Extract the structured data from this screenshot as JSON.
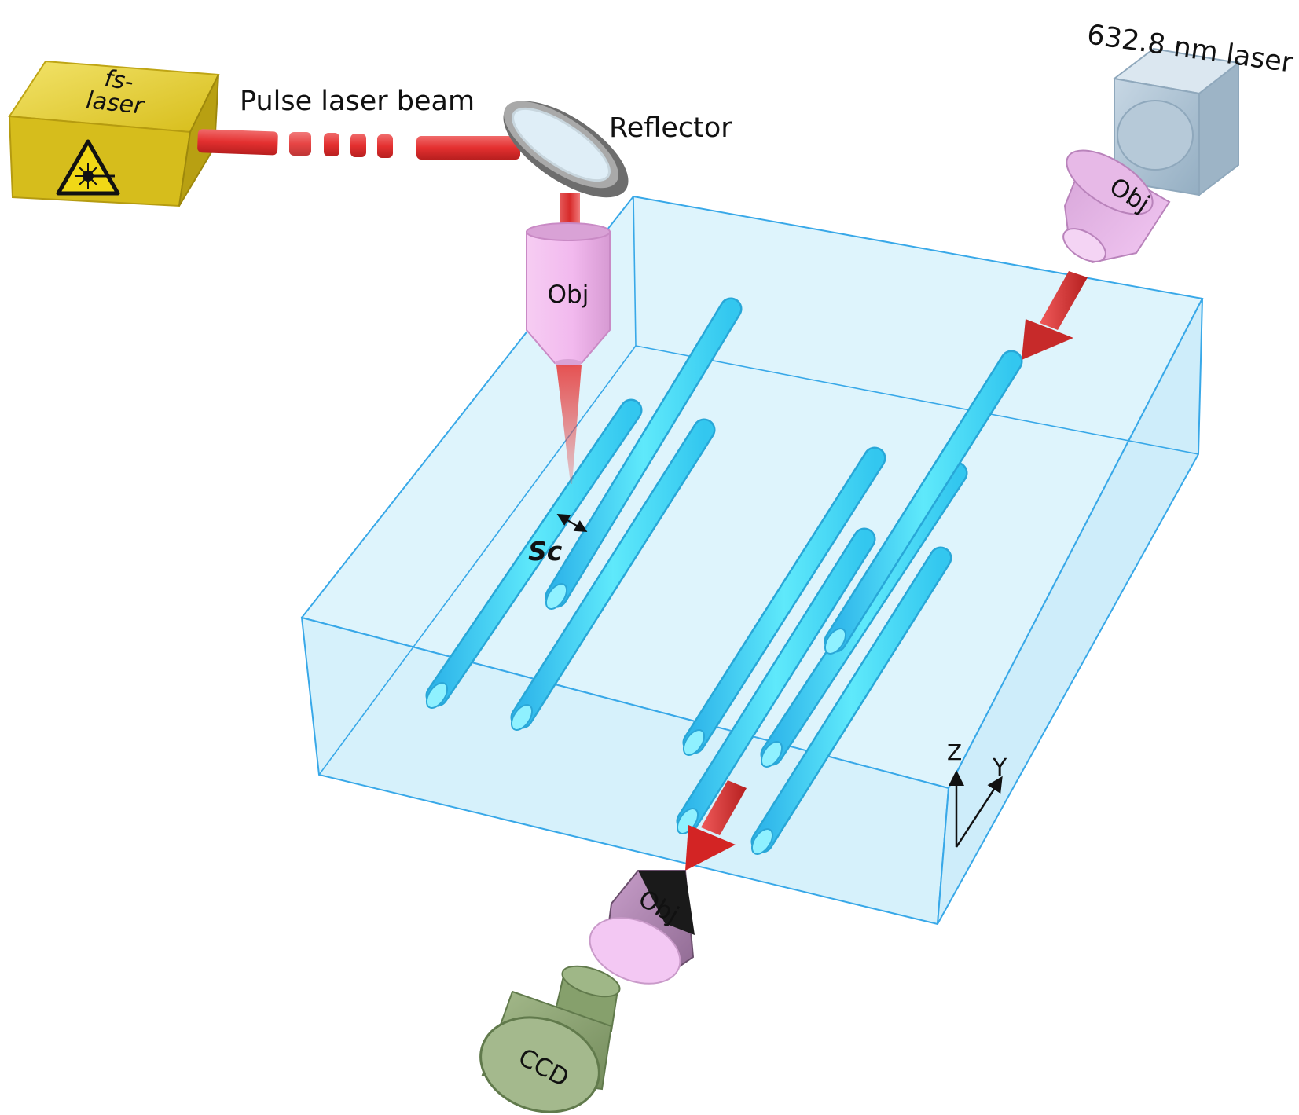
{
  "labels": {
    "fs_laser_line1": "fs-",
    "fs_laser_line2": "laser",
    "pulse_beam": "Pulse laser beam",
    "reflector": "Reflector",
    "he_ne_laser": "632.8 nm laser",
    "obj_writing": "Obj",
    "obj_probe": "Obj",
    "obj_imaging": "Obj",
    "spacing_symbol": "Sc",
    "ccd": "CCD",
    "axis_z": "Z",
    "axis_y": "Y"
  },
  "colors": {
    "fs_laser_body": "#d9c21c",
    "laser_beam": "#e0393a",
    "objective_pink": "#f0b8ec",
    "objective_dark": "#2a1a2a",
    "crystal_fill": "#cfeefb",
    "crystal_edge": "#38a8e8",
    "waveguide": "#3fd7f5",
    "probe_laser": "#a7bfd0",
    "ccd_green": "#8fa676",
    "arrow_red": "#d62a2a"
  },
  "icons": {
    "laser_warning": "laser-hazard-icon",
    "arrow": "beam-direction-arrow-icon"
  }
}
